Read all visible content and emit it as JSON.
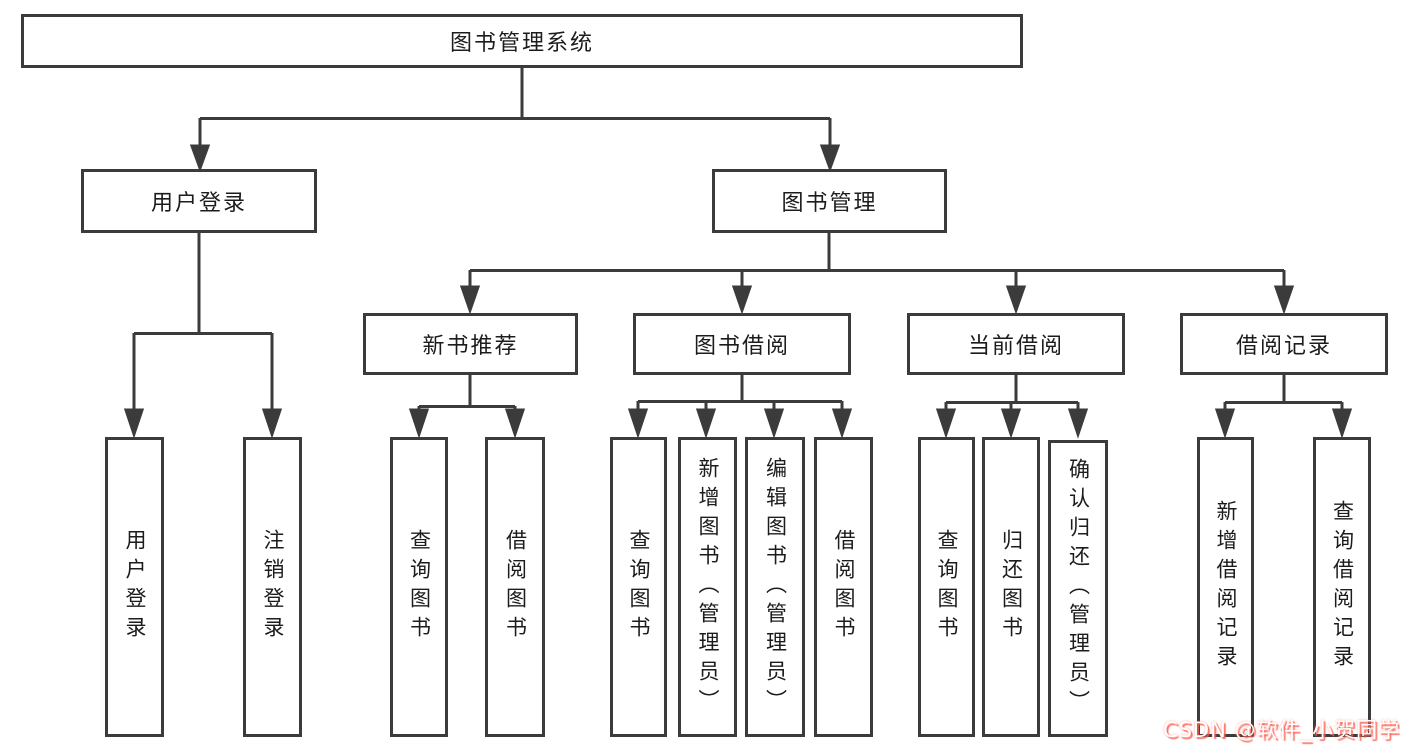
{
  "diagram": {
    "type": "hierarchy-tree",
    "tree": {
      "label": "图书管理系统",
      "children": [
        {
          "label": "用户登录",
          "children": [
            {
              "label": "用户登录"
            },
            {
              "label": "注销登录"
            }
          ]
        },
        {
          "label": "图书管理",
          "children": [
            {
              "label": "新书推荐",
              "children": [
                {
                  "label": "查询图书"
                },
                {
                  "label": "借阅图书"
                }
              ]
            },
            {
              "label": "图书借阅",
              "children": [
                {
                  "label": "查询图书"
                },
                {
                  "label": "新增图书（管理员）"
                },
                {
                  "label": "编辑图书（管理员）"
                },
                {
                  "label": "借阅图书"
                }
              ]
            },
            {
              "label": "当前借阅",
              "children": [
                {
                  "label": "查询图书"
                },
                {
                  "label": "归还图书"
                },
                {
                  "label": "确认归还（管理员）"
                }
              ]
            },
            {
              "label": "借阅记录",
              "children": [
                {
                  "label": "新增借阅记录"
                },
                {
                  "label": "查询借阅记录"
                }
              ]
            }
          ]
        }
      ]
    },
    "colors": {
      "line": "#3b3b3b",
      "box_border": "#3b3b3b",
      "box_fill": "#ffffff",
      "text": "#1c1c1c",
      "watermark_text": "#ffffff",
      "watermark_glow": "#fc5c4d"
    }
  },
  "watermark": {
    "text": "CSDN @软件_小贺同学"
  }
}
